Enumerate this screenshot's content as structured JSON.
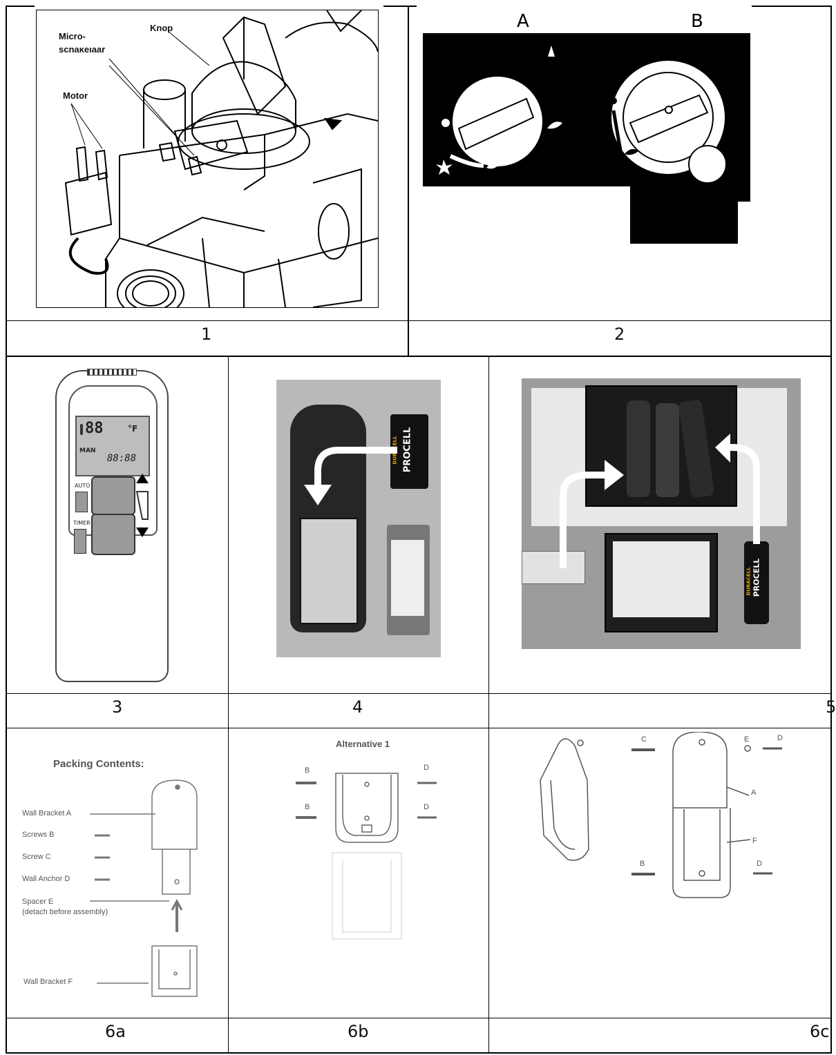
{
  "captions": [
    "1",
    "2",
    "3",
    "4",
    "5",
    "6a",
    "6b",
    "6c"
  ],
  "fig1": {
    "labels": [
      "Micro-",
      "schakelaar",
      "Knop",
      "Motor"
    ]
  },
  "fig2": {
    "labels": [
      "A",
      "B"
    ]
  },
  "fig3": {
    "display_temp": "88",
    "display_unit": "°F",
    "mode": "MAN",
    "time": "88:88",
    "btn_auto": "AUTO",
    "btn_timer": "TIMER"
  },
  "fig4": {
    "battery_brand": "DURACELL",
    "battery_line": "PROCELL"
  },
  "fig5": {
    "battery_brand": "DURACELL",
    "battery_line": "PROCELL"
  },
  "fig6a": {
    "heading": "Packing Contents:",
    "items": [
      "Wall Bracket A",
      "Screws B",
      "Screw C",
      "Wall Anchor D",
      "Spacer E",
      "(detach before assembly)",
      "Wall Bracket F"
    ]
  },
  "fig6b": {
    "heading": "Alternative 1",
    "labels": [
      "B",
      "D",
      "B",
      "D"
    ]
  },
  "fig6c": {
    "labels": [
      "C",
      "E",
      "D",
      "A",
      "F",
      "B",
      "D"
    ]
  }
}
